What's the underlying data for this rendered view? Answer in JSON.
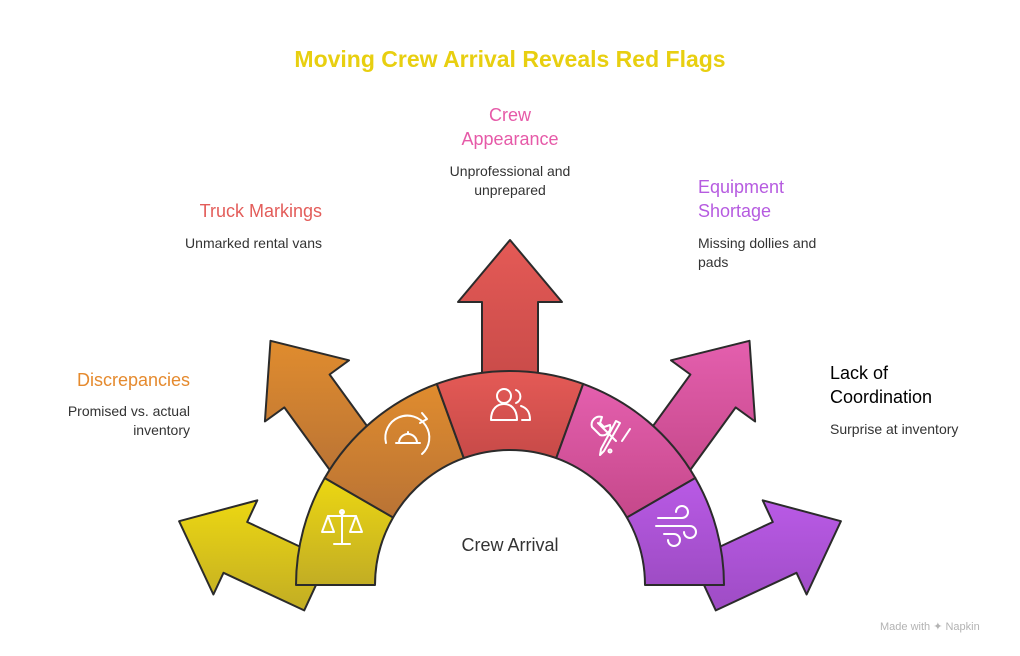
{
  "title": "Moving Crew Arrival Reveals Red Flags",
  "center_label": "Crew Arrival",
  "watermark": "Made with ✦ Napkin",
  "items": [
    {
      "title": "Discrepancies",
      "description": "Promised vs. actual inventory",
      "color": "#e8cf10",
      "icon": "balance-scale-icon"
    },
    {
      "title": "Truck Markings",
      "description": "Unmarked rental vans",
      "color": "#e58a2e",
      "icon": "cloche-refresh-icon"
    },
    {
      "title": "Crew Appearance",
      "description": "Unprofessional and unprepared",
      "color": "#e35d5a",
      "icon": "people-icon"
    },
    {
      "title": "Equipment Shortage",
      "description": "Missing dollies and pads",
      "color": "#e65aa8",
      "icon": "wrench-pen-icon"
    },
    {
      "title": "Lack of Coordination",
      "description": "Surprise at inventory",
      "color": "#b65be0",
      "icon": "wind-icon"
    }
  ]
}
